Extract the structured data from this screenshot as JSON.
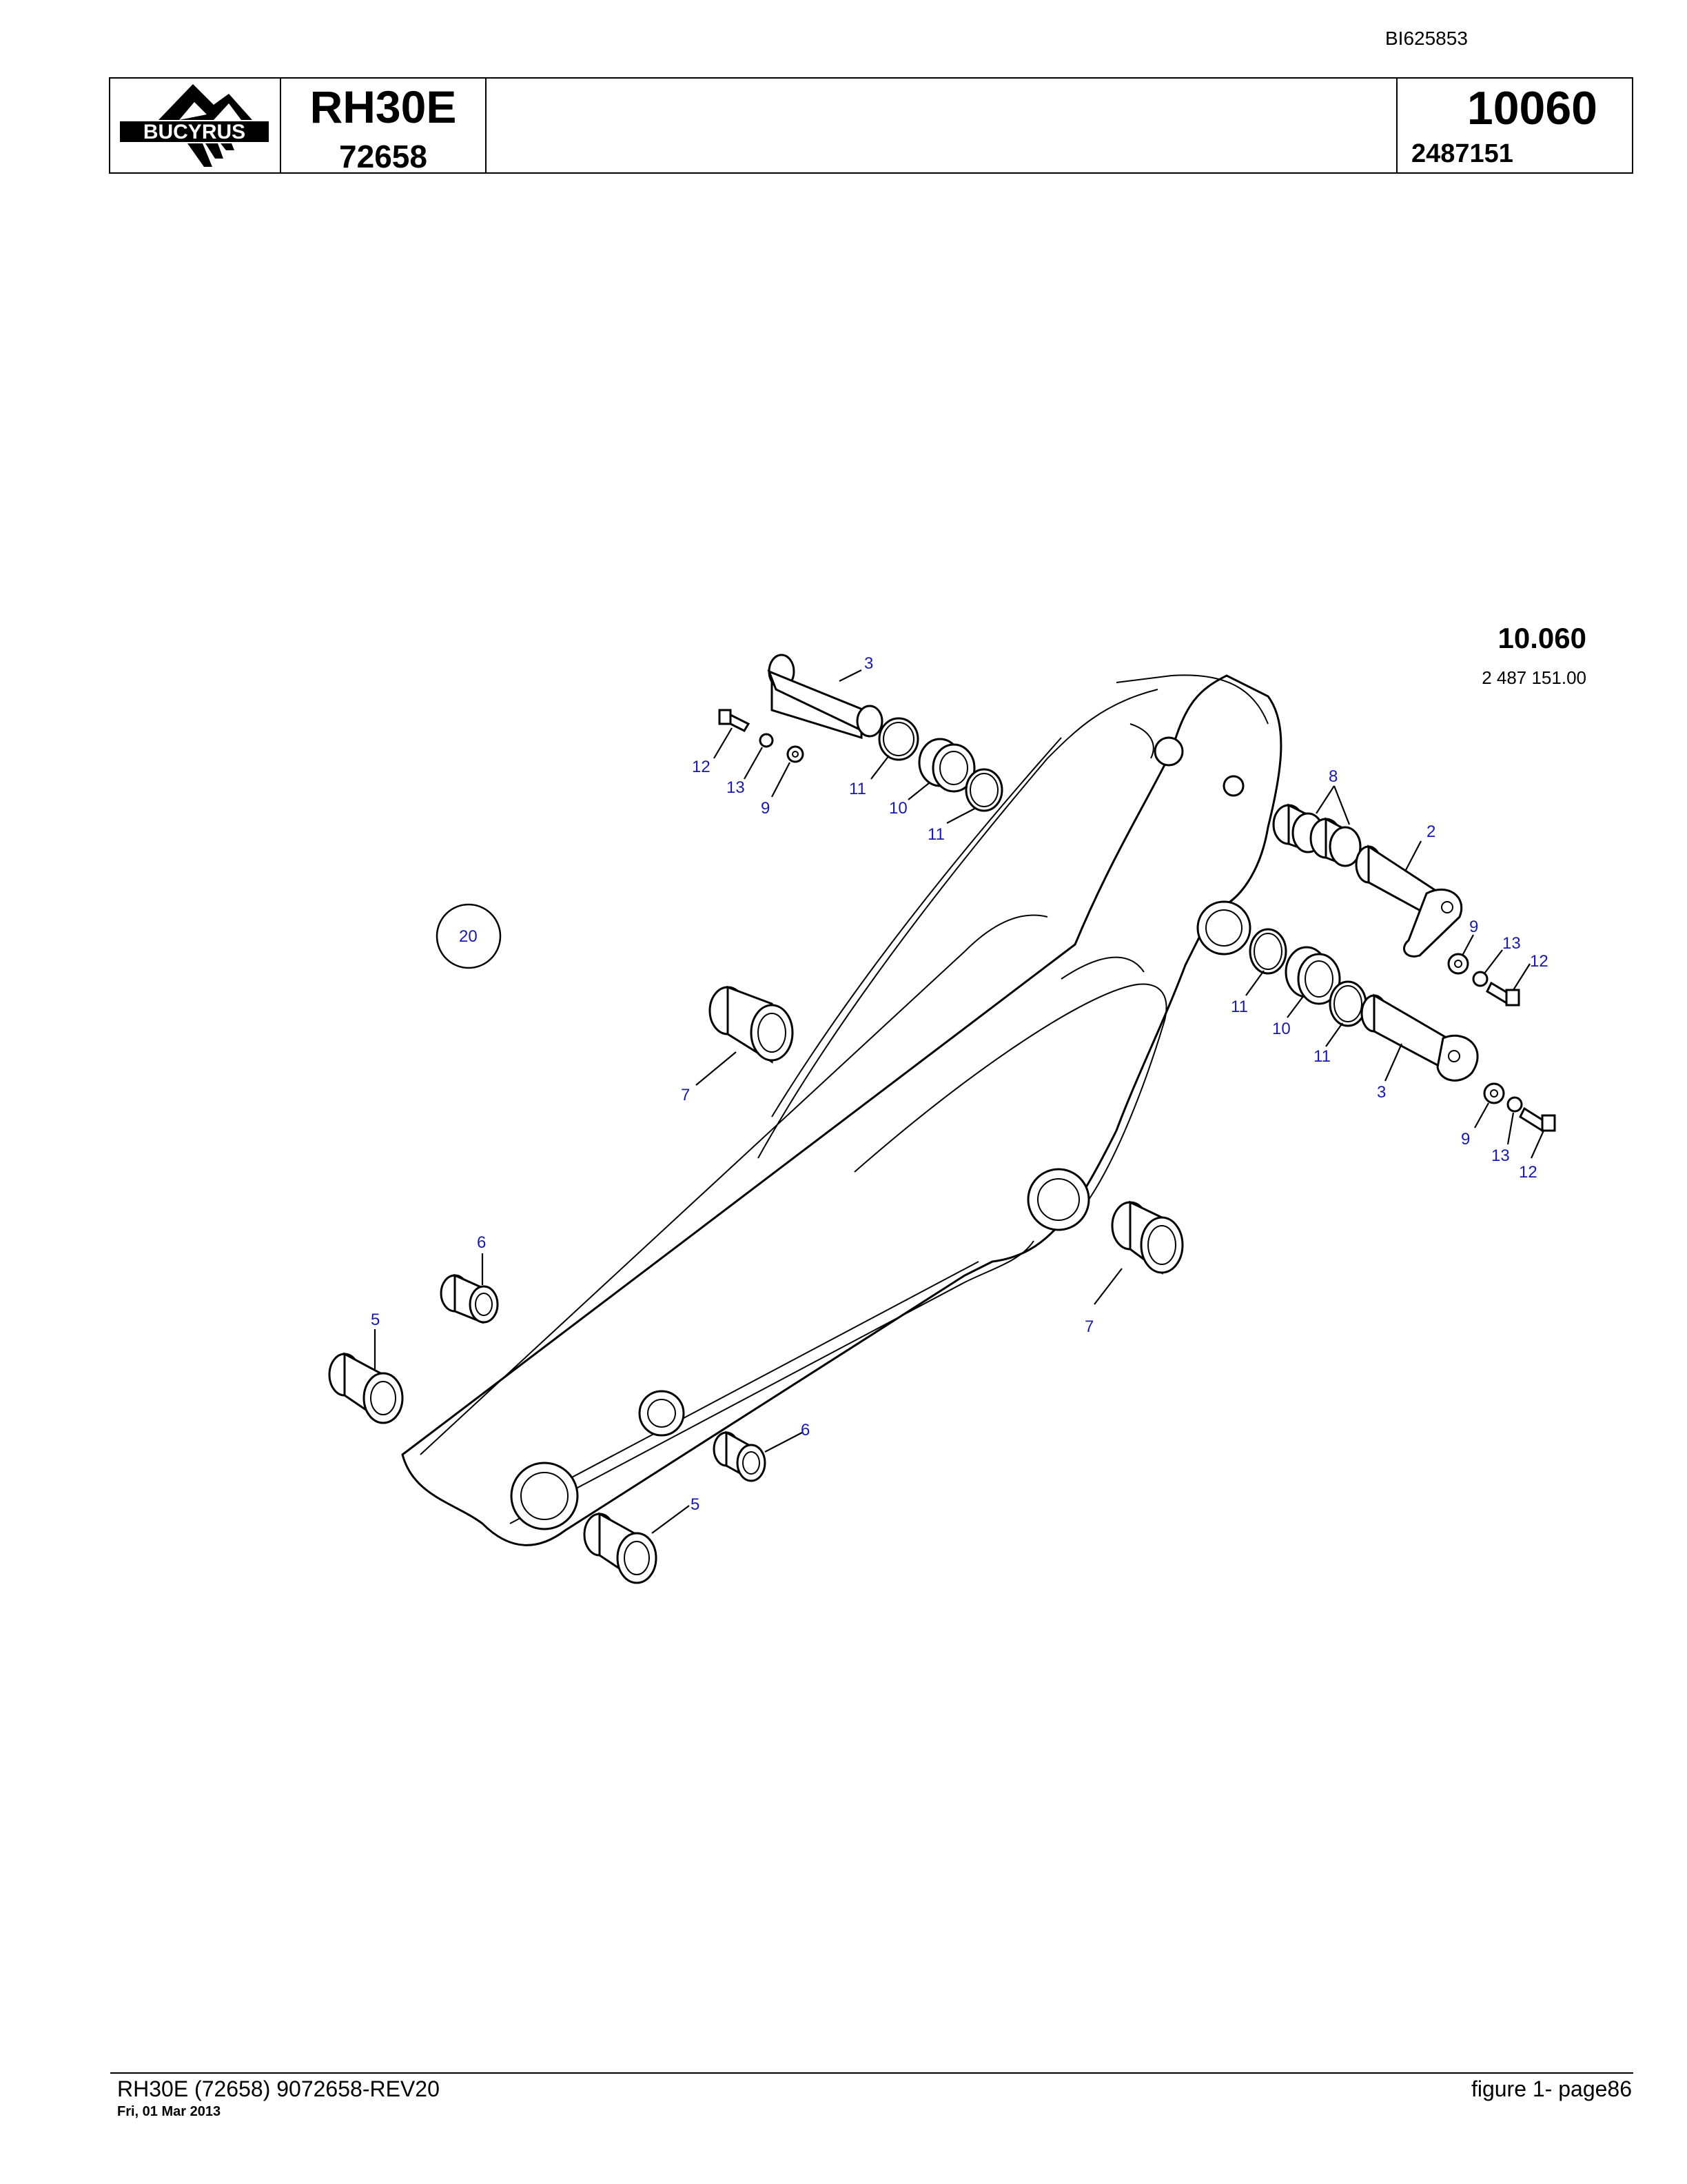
{
  "document_id": "BI625853",
  "header": {
    "logo_text": "BUCYRUS",
    "model": "RH30E",
    "serial": "72658",
    "group_number": "10060",
    "part_number": "2487151"
  },
  "figure": {
    "group_code": "10.060",
    "part_number": "2 487 151.00",
    "callouts": [
      "2",
      "3",
      "3",
      "5",
      "5",
      "6",
      "6",
      "7",
      "7",
      "8",
      "9",
      "9",
      "9",
      "10",
      "10",
      "11",
      "11",
      "11",
      "11",
      "12",
      "12",
      "12",
      "13",
      "13",
      "13",
      "20"
    ]
  },
  "footer": {
    "left": "RH30E (72658) 9072658-REV20",
    "date": "Fri, 01 Mar 2013",
    "right": "figure  1- page86"
  }
}
